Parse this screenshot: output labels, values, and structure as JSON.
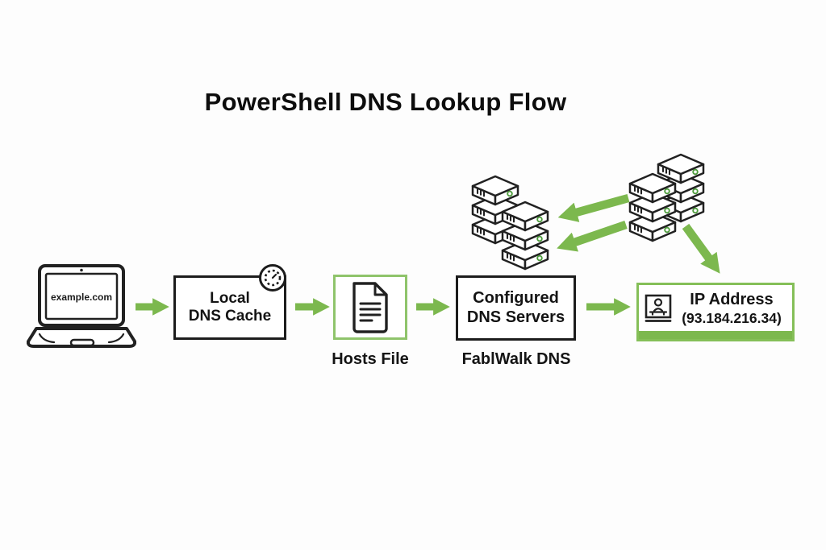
{
  "title": "PowerShell DNS Lookup Flow",
  "flow": {
    "client": {
      "screen_text": "example.com"
    },
    "local_dns_cache": {
      "label": "Local\nDNS Cache"
    },
    "hosts_file": {
      "caption": "Hosts File"
    },
    "configured_dns_servers": {
      "label": "Configured\nDNS Servers",
      "caption": "FablWalk DNS"
    },
    "ip_address": {
      "label": "IP Address",
      "value": "(93.184.216.34)"
    }
  },
  "colors": {
    "arrow_green": "#7cb84e",
    "hosts_border_green": "#8fc46b",
    "ip_border_green": "#85bf58",
    "outline_dark": "#1c1c1c",
    "background": "#fdfdfd"
  },
  "icons": {
    "client": "laptop-icon",
    "cache_badge": "timer-icon",
    "hosts": "document-icon",
    "dns_servers": "server-stack-icon",
    "ip_badge": "id-badge-icon",
    "connector": "green-arrow-icon"
  }
}
